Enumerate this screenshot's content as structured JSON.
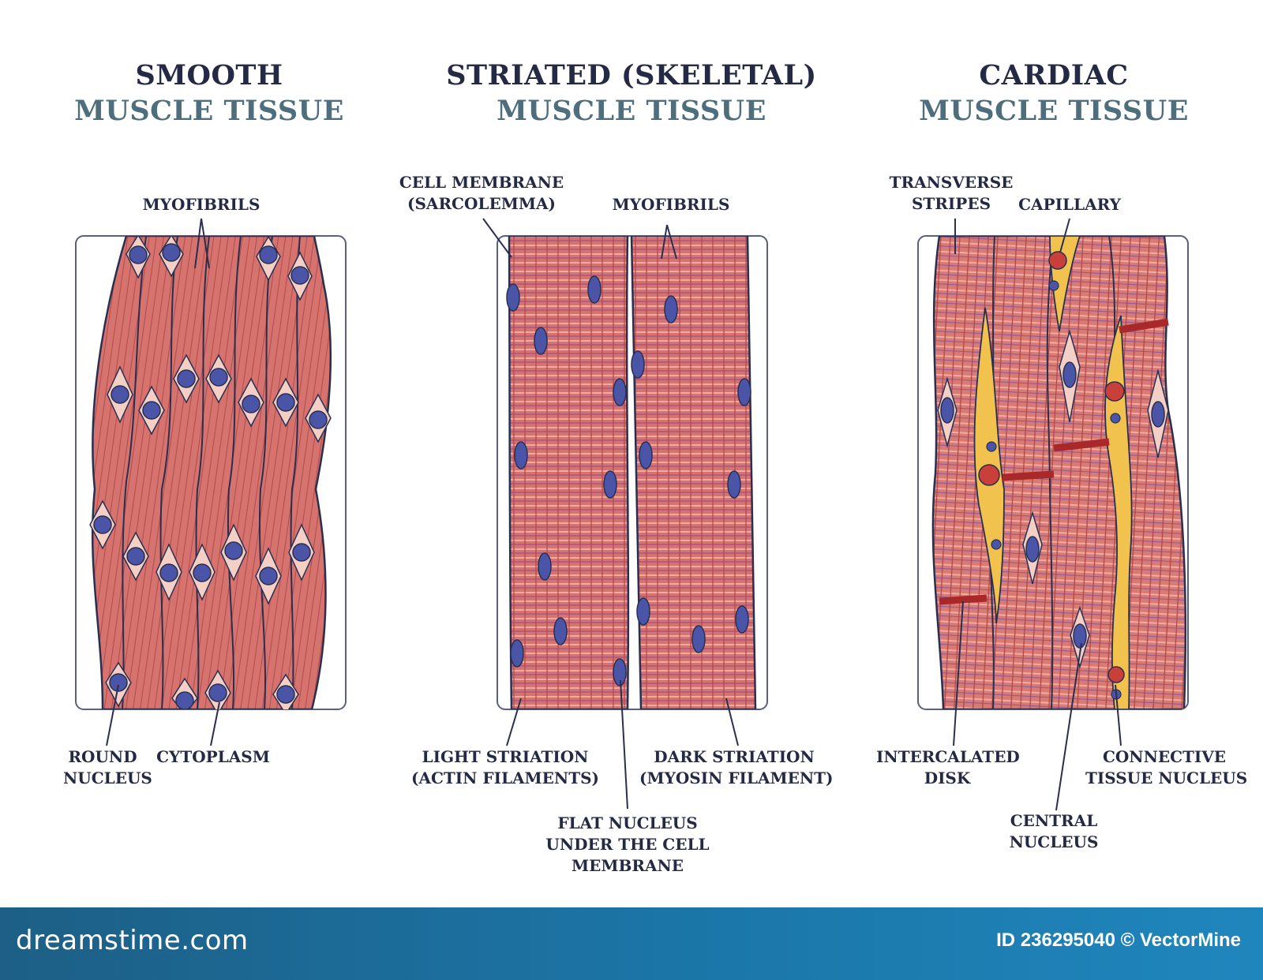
{
  "smooth": {
    "title_line1": "SMOOTH",
    "title_line2": "MUSCLE TISSUE",
    "labels": {
      "myofibrils": "MYOFIBRILS",
      "round_nucleus": [
        "ROUND",
        "NUCLEUS"
      ],
      "cytoplasm": "CYTOPLASM"
    }
  },
  "striated": {
    "title_line1": "STRIATED (SKELETAL)",
    "title_line2": "MUSCLE TISSUE",
    "labels": {
      "cell_membrane": [
        "CELL MEMBRANE",
        "(SARCOLEMMA)"
      ],
      "myofibrils": "MYOFIBRILS",
      "light_striation": [
        "LIGHT STRIATION",
        "(ACTIN FILAMENTS)"
      ],
      "dark_striation": [
        "DARK STRIATION",
        "(MYOSIN FILAMENT)"
      ],
      "flat_nucleus": [
        "FLAT NUCLEUS",
        "UNDER THE CELL",
        "MEMBRANE"
      ]
    }
  },
  "cardiac": {
    "title_line1": "CARDIAC",
    "title_line2": "MUSCLE TISSUE",
    "labels": {
      "transverse_stripes": [
        "TRANSVERSE",
        "STRIPES"
      ],
      "capillary": "CAPILLARY",
      "intercalated_disk": [
        "INTERCALATED",
        "DISK"
      ],
      "connective_tissue_nucleus": [
        "CONNECTIVE",
        "TISSUE NUCLEUS"
      ],
      "central_nucleus": [
        "CENTRAL",
        "NUCLEUS"
      ]
    }
  },
  "footer": {
    "brand": "dreamstime.com",
    "stock_id": "ID 236295040 © VectorMine"
  },
  "colors": {
    "muscle": "#d7736f",
    "muscle_dark": "#b8504d",
    "nucleus": "#4a55a8",
    "cytoplasm": "#f3cfc5",
    "outline": "#2a2f4f",
    "title_dark": "#242a44",
    "title_teal": "#4e6e7e",
    "capillary_yellow": "#f1c24e",
    "blood_cell": "#c9403a",
    "disk": "#a9282a",
    "footer": "#1b76a8"
  }
}
